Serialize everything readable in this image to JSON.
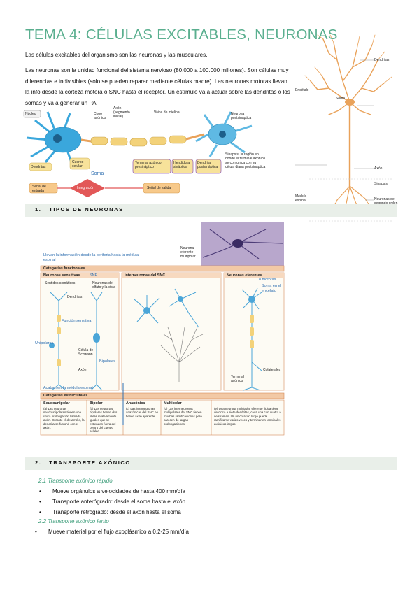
{
  "title": "TEMA 4: CÉLULAS EXCITABLES, NEURONAS",
  "intro": {
    "p1": "Las células excitables del organismo son las neuronas y las musculares.",
    "p2": "Las neuronas son la unidad funcional del sistema nervioso (80.000 a 100.000 millones). Son células muy diferencias e indivisibles (solo se pueden reparar mediante células madre). Las neuronas motoras llevan la info desde la corteza motora o SNC hasta el receptor. Un estímulo va a actuar sobre las dendritas o los somas y va a generar un PA."
  },
  "diagram1": {
    "labels": {
      "nucleo": "Núcleo",
      "cono": "Cono axónico",
      "axon": "Axón (segmento inicial)",
      "vaina": "Vaina de mielina",
      "neurona_post": "Neurona postsináptica",
      "dendritas": "Dendritas",
      "cuerpo": "Cuerpo celular",
      "soma": "Soma",
      "terminal": "Terminal axónico presináptico",
      "hendidura": "Hendidura sináptica",
      "dendrita_post": "Dendrita postsináptica",
      "sinapsis": "Sinapsis: la región en donde el terminal axónico se comunica con su célula diana postsináptica",
      "senal_entrada": "Señal de entrada",
      "integracion": "Integración",
      "senal_salida": "Señal de salida"
    }
  },
  "diagram2": {
    "labels": {
      "dendritas": "Dendritas",
      "encefalo": "Encéfalo",
      "soma": "Soma",
      "axon": "Axón",
      "sinapsis": "Sinapsis",
      "medula": "Médula espinal",
      "neuronas_segundo": "Neuronas de segundo orden"
    }
  },
  "section1": {
    "number": "1.",
    "label": "TIPOS DE NEURONAS"
  },
  "diagram3": {
    "annot_top": "Llevan la información desde la periferia hasta la médula espinal",
    "photo_label": "Neurona eferente multipolar",
    "functional_header": "Categorías funcionales",
    "col1": "Neuronas sensitivas",
    "snp": "SNP",
    "col2": "Interneuronas del SNC",
    "col3": "Neuronas eferentes",
    "col3_annot": "o motoras",
    "soma_encefalo": "Soma en el encéfalo",
    "sentidos": "Sentidos somáticos",
    "olfato": "Neuronas del olfato y la vista",
    "dendritas": "Dendritas",
    "funcion_sensitiva": "Función sensitiva",
    "unipolares": "Unipolares",
    "schwann": "Célula de Schwann",
    "axon": "Axón",
    "bipolares": "Bipolares",
    "acaban": "Acaban en la médula espinal",
    "colaterales": "Colaterales",
    "terminal": "Terminal axónico",
    "structural_header": "Categorías estructurales",
    "categories": [
      {
        "name": "Seudounipolar",
        "text": "(a) Las neuronas seudounipolares tienen una única prolongación llamada axón. Durante el desarrollo, la dendrita se fusionó con el axón."
      },
      {
        "name": "Bipolar",
        "text": "(b) Las neuronas bipolares tienen dos fibras relativamente iguales que se extienden fuera del centro del cuerpo celular."
      },
      {
        "name": "Anaxónica",
        "text": "(c) Las interneuronas anaxónicas del SNC no tienen axón aparente."
      },
      {
        "name": "Multipolar",
        "text": "(d) Las interneuronas multipolares del SNC tienen muchas ramificaciones pero carecen de largas prolongaciones."
      },
      {
        "name": "",
        "text": "(e) Una neurona multipolar eferente típica tiene de cinco a siete dendritas, cada una con cuatro a seis ramas. Un único axón largo puede ramificarse varias veces y terminar en terminales axónicos largos."
      }
    ]
  },
  "section2": {
    "number": "2.",
    "label": "TRANSPORTE AXÓNICO"
  },
  "transport": {
    "sub1": "2.1  Transporte axónico rápido",
    "bullets1": [
      "Mueve orgánulos a velocidades de hasta 400 mm/día",
      "Transporte anterógrado: desde el soma hasta el axón",
      "Transporte retrógrado: desde el axón hasta el soma"
    ],
    "sub2": "2.2  Transporte axónico lento",
    "bullet2": "Mueve material por el flujo axoplásmico a 0.2-25 mm/día"
  },
  "colors": {
    "title": "#5aaf8f",
    "neuron_blue": "#3aa7dc",
    "myelin": "#f3d27a",
    "axon_orange": "#e9a25a",
    "integration_red": "#e25757",
    "annot_blue": "#2f6fb0",
    "section_bg": "#e9efe9"
  }
}
